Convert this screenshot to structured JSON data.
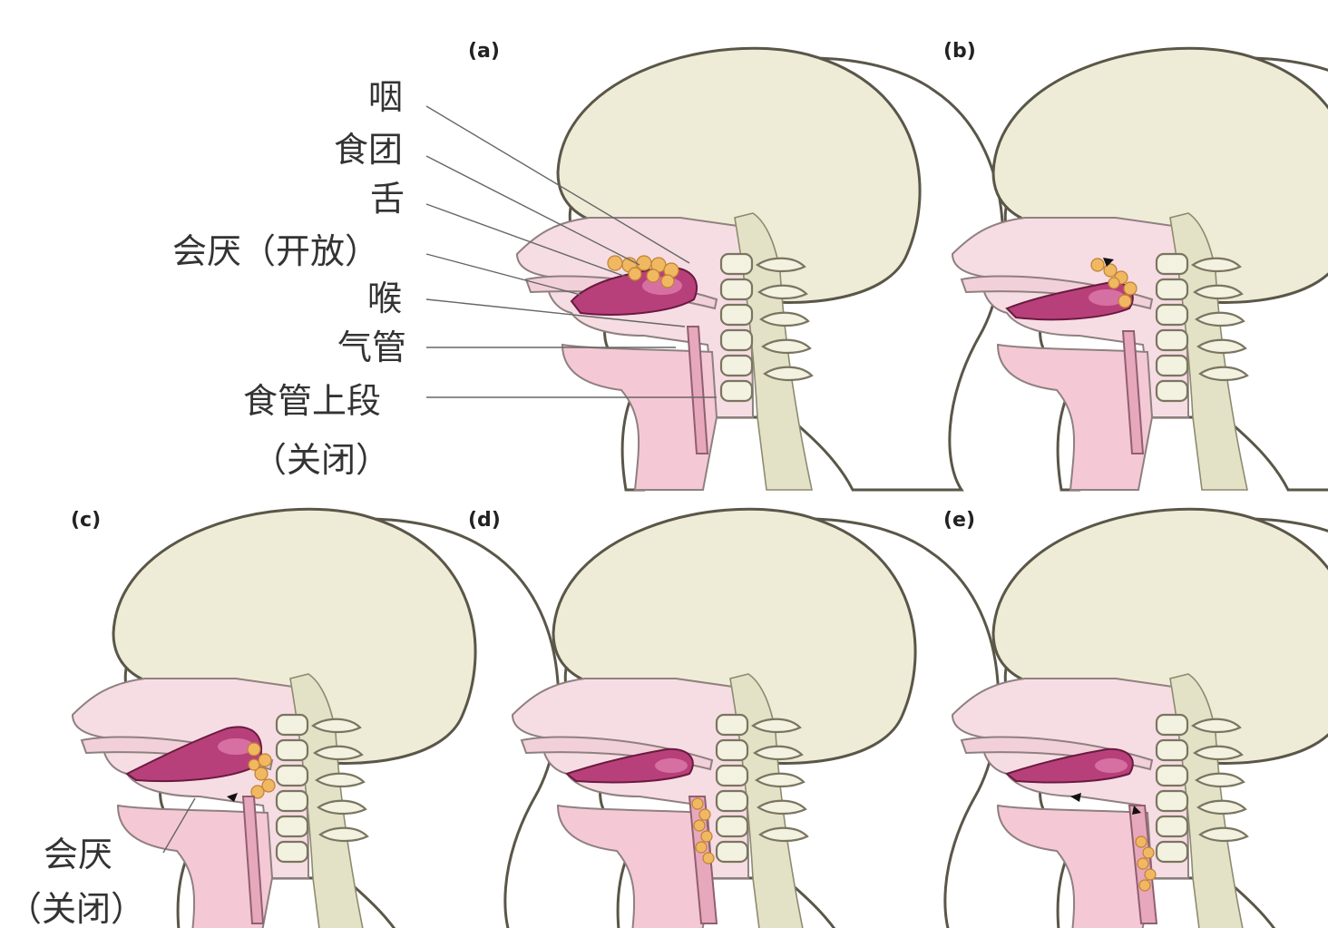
{
  "panels": [
    {
      "id": "a",
      "label": "(a)"
    },
    {
      "id": "b",
      "label": "(b)"
    },
    {
      "id": "c",
      "label": "(c)"
    },
    {
      "id": "d",
      "label": "(d)"
    },
    {
      "id": "e",
      "label": "(e)"
    }
  ],
  "labels_a": {
    "pharynx": "咽",
    "bolus": "食团",
    "tongue": "舌",
    "epiglottis_open": "会厌（开放）",
    "larynx": "喉",
    "trachea": "气管",
    "esophagus_1": "食管上段",
    "esophagus_2": "（关闭）"
  },
  "labels_c": {
    "epiglottis": "会厌",
    "closed": "（关闭）"
  },
  "colors": {
    "skull": "#eeecd6",
    "tongue": "#b8407a",
    "bolus": "#f1b862",
    "cavity": "#f6dde3"
  }
}
